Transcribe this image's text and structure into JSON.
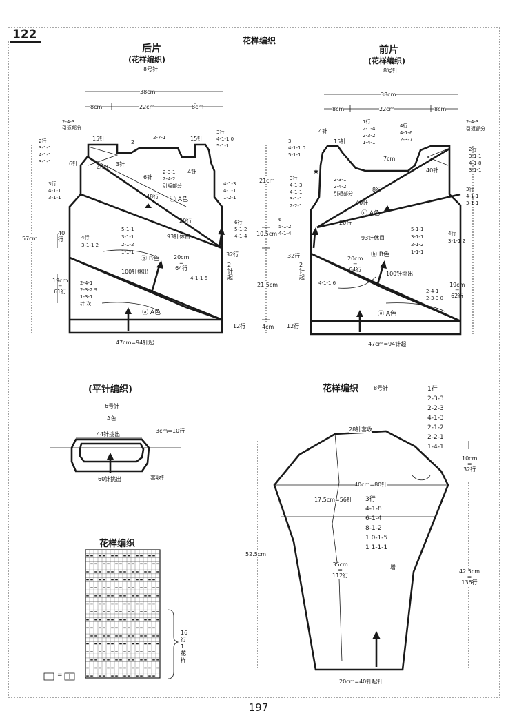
{
  "page_number": "122",
  "footer_page": "197",
  "header_title": "花样编织",
  "back": {
    "title": "后片",
    "subtitle": "(花样编织)",
    "needle": "8号针",
    "width_total": "38cm",
    "width_left": "8cm",
    "width_mid": "22cm",
    "width_right": "8cm",
    "total_height": "57cm",
    "shoulder_left": "15针",
    "shoulder_right": "15针",
    "neck_center": "3针",
    "neck_rows": "2-7-1",
    "neck_two": "2",
    "neck_side": "6针",
    "left_sts": "40针",
    "right_sts": "4针",
    "short_rows": "2-3-1\n2-4-2\n引返部分",
    "short_left": "2-4-3\n引返部分",
    "left_inc1": "2行\n3-1-1\n4-1-1\n3-1-1",
    "left_inc2": "3行\n4-1-1\n3-1-1",
    "right_inc1": "3行\n4-1-1 0\n5-1-1",
    "right_inc2": "4-1-3\n4-1-1\n1-2-1",
    "rows_48": "48行",
    "color_c": "ⓒ A色",
    "rows_20": "20行",
    "rows_40": "40\n行",
    "left_dec": "4行\n3-1-1 2",
    "center_dec": "5-1-1\n3-1-1\n2-1-2\n1-1-1",
    "right_inc3": "6行\n5-1-2\n4-1-4",
    "bind_off": "93针休目",
    "color_b": "ⓑ B色",
    "mid_height": "20cm\n=\n64行",
    "side_rows": "32行",
    "side_2": "2\n针\n起",
    "pick_up": "100针挑出",
    "lower_left": "19cm\n=\n61行",
    "lower_dec": "2-4-1\n2-3-2 9\n1-3-1\n针 次",
    "lower_right": "4-1-1 6",
    "color_a": "ⓐ A色",
    "bottom_rows": "12行",
    "bottom_width": "47cm=94针起"
  },
  "front": {
    "title": "前片",
    "subtitle": "(花样编织)",
    "needle": "8号针",
    "width_total": "38cm",
    "width_left": "8cm",
    "width_mid": "22cm",
    "width_right": "8cm",
    "shoulder_left": "15针",
    "left_4": "4针",
    "neck_rows": "1行\n2-1-4\n2-3-2\n1-4-1",
    "neck_right": "4行\n4-1-6\n2-3-7",
    "neck_left": "3\n4-1-1 0\n5-1-1",
    "short_right": "2-4-3\n引返部分",
    "right_inc1": "2行\n3-1-1\n4-1-8\n3-1-1",
    "neck_7cm": "7cm",
    "sts_40": "40针",
    "rows_8": "8行",
    "left_inc": "3行\n4-1-3\n4-1-1\n3-1-1\n2-2-1",
    "short_rows": "2-3-1\n2-4-2\n引返部分",
    "sts_40b": "40针",
    "color_c": "ⓒ A色",
    "right_inc2": "3行\n4-1-1\n3-1-1",
    "left_side": "6\n5-1-2\n4-1-4",
    "rows_20": "20行",
    "bind_off": "93针休目",
    "center_dec": "5-1-1\n3-1-1\n2-1-2\n1-1-1",
    "right_dec": "4行\n3-1-1 2",
    "side_rows": "32行",
    "side_2": "2\n针\n起",
    "color_b": "ⓑ B色",
    "mid_height": "20cm\n=\n64行",
    "pick_up": "100针挑出",
    "left_dec": "4-1-1 6",
    "lower_right": "19cm\n=\n62行",
    "lower_dec": "2-4-1\n2-3-3 0",
    "color_a": "ⓐ A色",
    "bottom_rows": "12行",
    "bottom_width": "47cm=94针起"
  },
  "center_dims": {
    "h1": "21cm",
    "h2": "10.5cm",
    "h3": "21.5cm",
    "h4": "4cm"
  },
  "collar": {
    "title": "(平针编织)",
    "needle": "6号针",
    "color": "A色",
    "top": "44针挑出",
    "side": "3cm=10行",
    "bottom": "60针挑出",
    "bindoff": "套收针"
  },
  "chart": {
    "title": "花样编织",
    "legend": "=",
    "brace_label": "16\n行\n1\n花\n样"
  },
  "sleeve": {
    "title": "花样编织",
    "needle": "8号针",
    "top": "28针套收",
    "dec_rows": "1行\n2-3-3\n2-2-3\n4-1-3\n2-1-2\n2-2-1\n1-4-1",
    "cap_height": "10cm\n=\n32行",
    "upper_width": "40cm=80针",
    "half_width": "17.5cm=56针",
    "inc_rows": "3行\n4-1-8\n6-1-4\n8-1-2\n1 0-1-5\n1 1-1-1",
    "total_height": "52.5cm",
    "mid_height": "35cm\n=\n112行",
    "inc_label": "增",
    "right_height": "42.5cm\n=\n136行",
    "bottom_width": "20cm=40针起针"
  }
}
